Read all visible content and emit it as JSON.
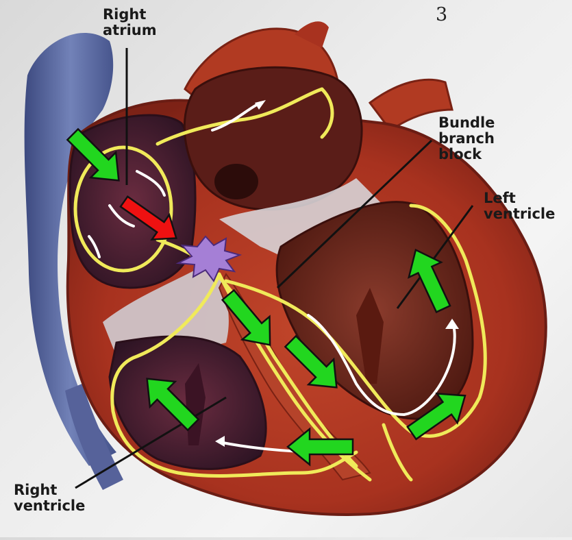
{
  "slide_number": "3",
  "labels": {
    "right_atrium": "Right\natrium",
    "bundle_branch_block": "Bundle\nbranch\nblock",
    "left_ventricle": "Left\nventricle",
    "right_ventricle": "Right\nventricle"
  },
  "colors": {
    "heart_muscle": "#a8321f",
    "heart_dark": "#6b1d14",
    "chamber": "#4a1f33",
    "vessel": "#5b6aa0",
    "conduction": "#f0ea5a",
    "arrow_green": "#22d61f",
    "arrow_red": "#ee1111",
    "block_burst": "#a57fd6"
  }
}
